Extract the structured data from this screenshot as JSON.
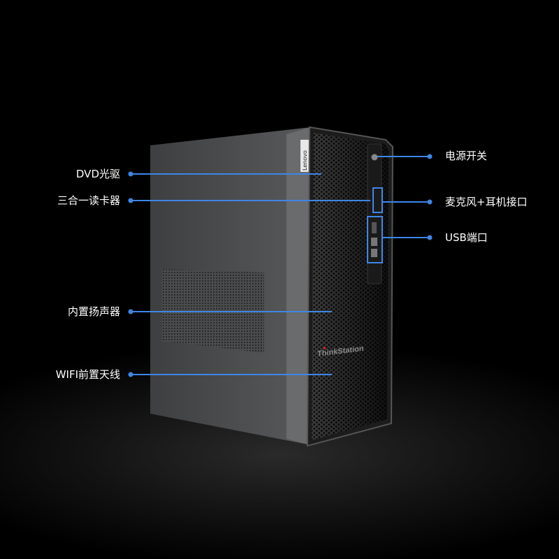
{
  "brand_logos": {
    "side": "Lenovo",
    "front": "ThinkStation"
  },
  "callouts_left": [
    {
      "label": "DVD光驱"
    },
    {
      "label": "三合一读卡器"
    },
    {
      "label": "内置扬声器"
    },
    {
      "label": "WIFI前置天线"
    }
  ],
  "callouts_right": [
    {
      "label": "电源开关"
    },
    {
      "label": "麦克风+耳机接口"
    },
    {
      "label": "USB端口"
    }
  ],
  "colors": {
    "callout_line": "#3d86e6",
    "background": "#000000",
    "chassis": "#4a4b4d"
  }
}
